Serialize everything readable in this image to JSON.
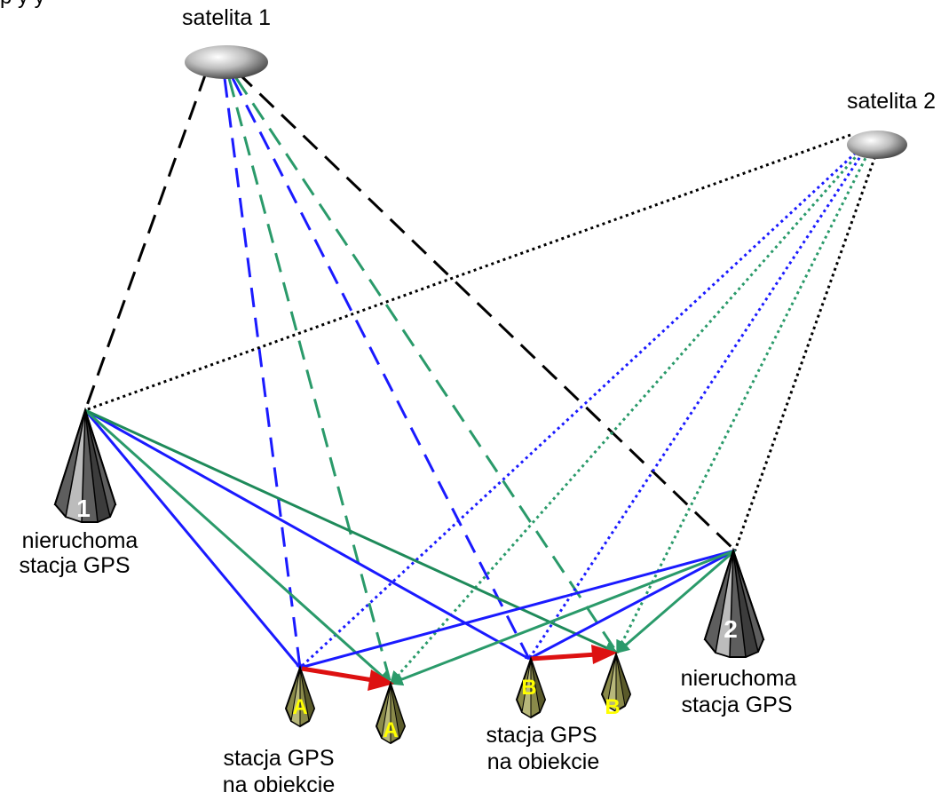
{
  "satellites": {
    "s1": {
      "label": "satelita 1"
    },
    "s2": {
      "label": "satelita 2"
    }
  },
  "stations": {
    "base1": {
      "number": "1",
      "label_line1": "nieruchoma",
      "label_line2": "stacja GPS"
    },
    "base2": {
      "number": "2",
      "label_line1": "nieruchoma",
      "label_line2": "stacja GPS"
    },
    "rover_a": {
      "letter": "A",
      "label_line1": "stacja GPS",
      "label_line2": "na obiekcie"
    },
    "rover_b": {
      "letter": "B",
      "label_line1": "stacja GPS",
      "label_line2": "na obiekcie"
    }
  },
  "colors": {
    "black": "#000000",
    "blue": "#1a1aff",
    "green": "#2a9a6a",
    "red": "#dd1111",
    "base_body": "#6e6e6e",
    "rover_body": "#8a8a4a",
    "rover_letter": "#ffff00"
  }
}
